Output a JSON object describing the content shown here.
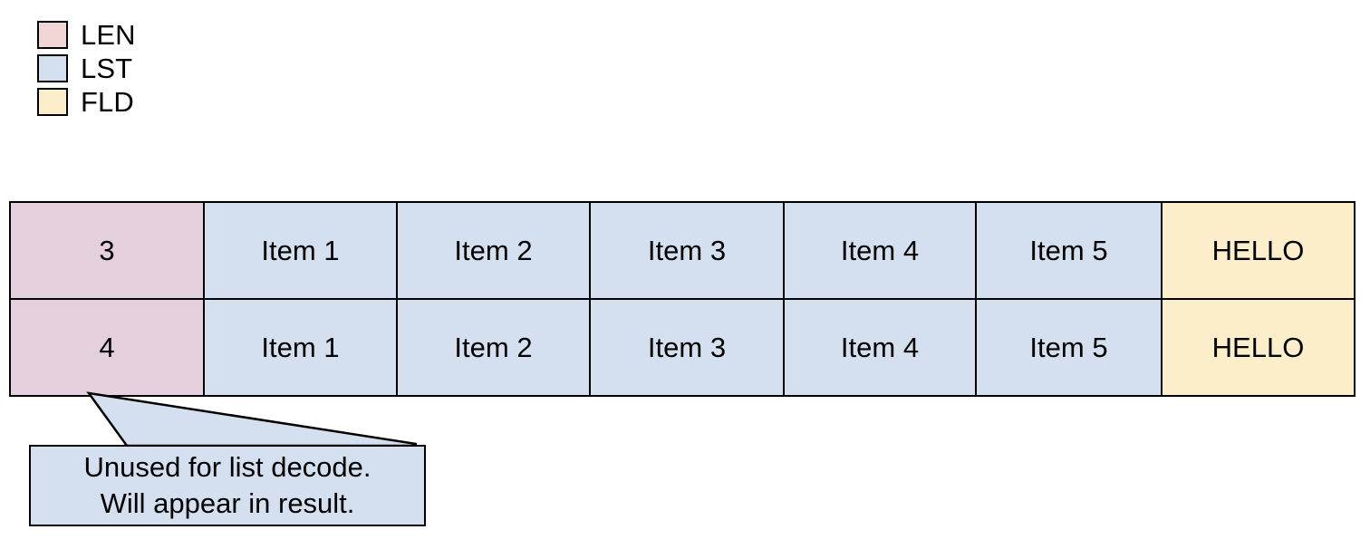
{
  "legend": {
    "items": [
      {
        "label": "LEN",
        "color": "#f2d5d5",
        "icon": "color-swatch"
      },
      {
        "label": "LST",
        "color": "#d4e0f0",
        "icon": "color-swatch"
      },
      {
        "label": "FLD",
        "color": "#fceecb",
        "icon": "color-swatch"
      }
    ]
  },
  "table": {
    "rows": [
      {
        "cells": [
          {
            "text": "3",
            "kind": "LEN"
          },
          {
            "text": "Item 1",
            "kind": "LST"
          },
          {
            "text": "Item 2",
            "kind": "LST"
          },
          {
            "text": "Item 3",
            "kind": "LST"
          },
          {
            "text": "Item 4",
            "kind": "LST"
          },
          {
            "text": "Item 5",
            "kind": "LST"
          },
          {
            "text": "HELLO",
            "kind": "FLD"
          }
        ]
      },
      {
        "cells": [
          {
            "text": "4",
            "kind": "LEN"
          },
          {
            "text": "Item 1",
            "kind": "LST"
          },
          {
            "text": "Item 2",
            "kind": "LST"
          },
          {
            "text": "Item 3",
            "kind": "LST"
          },
          {
            "text": "Item 4",
            "kind": "LST"
          },
          {
            "text": "Item 5",
            "kind": "LST"
          },
          {
            "text": "HELLO",
            "kind": "FLD"
          }
        ]
      }
    ]
  },
  "callout": {
    "line1": "Unused for list decode.",
    "line2": "Will appear in result.",
    "fill": "#d4e0f0",
    "stroke": "#000000"
  },
  "colors": {
    "len_cell": "#e4d0dd",
    "lst_cell": "#d4e0f0",
    "fld_cell": "#fceecb",
    "border": "#000000",
    "background": "#ffffff"
  }
}
